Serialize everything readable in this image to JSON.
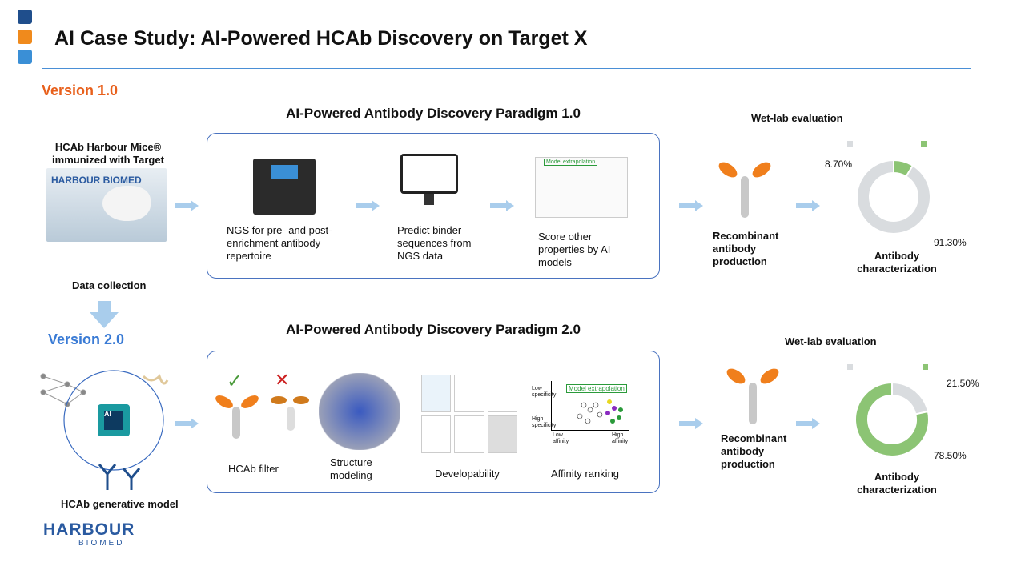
{
  "title": "AI Case Study: AI-Powered HCAb Discovery on Target X",
  "colors": {
    "dark_blue": "#1f4e8c",
    "orange": "#f08a1c",
    "light_blue": "#3a8fd6",
    "accent_orange": "#e8601c",
    "version2_blue": "#3a7bd5",
    "green": "#8cc474",
    "gray": "#d9dcdf"
  },
  "v1": {
    "version": "Version 1.0",
    "paradigm": "AI-Powered Antibody Discovery Paradigm 1.0",
    "mice_label": "HCAb Harbour Mice® immunized with Target",
    "mice_logo": "HARBOUR BIOMED",
    "data_collection": "Data collection",
    "steps": [
      "NGS for pre- and post-enrichment antibody repertoire",
      "Predict binder sequences from NGS data",
      "Score other properties by AI models"
    ],
    "model_extrapolation": "Model extrapolation",
    "recombinant": "Recombinant antibody production",
    "wetlab": "Wet-lab evaluation",
    "characterization": "Antibody characterization",
    "chart_data": {
      "type": "pie",
      "values": [
        8.7,
        91.3
      ],
      "labels": [
        "8.70%",
        "91.30%"
      ],
      "colors": [
        "#8cc474",
        "#d9dcdf"
      ]
    }
  },
  "v2": {
    "version": "Version 2.0",
    "paradigm": "AI-Powered Antibody Discovery Paradigm 2.0",
    "generative": "HCAb generative model",
    "chip": "AI",
    "steps": [
      "HCAb filter",
      "Structure modeling",
      "Developability",
      "Affinity ranking"
    ],
    "model_extrapolation": "Model extrapolation",
    "axis": {
      "low_spec": "Low specificity",
      "high_spec": "High specificity",
      "low_aff": "Low affinity",
      "high_aff": "High affinity"
    },
    "recombinant": "Recombinant antibody production",
    "wetlab": "Wet-lab evaluation",
    "characterization": "Antibody characterization",
    "chart_data": {
      "type": "pie",
      "values": [
        21.5,
        78.5
      ],
      "labels": [
        "21.50%",
        "78.50%"
      ],
      "colors": [
        "#d9dcdf",
        "#8cc474"
      ]
    }
  },
  "footer_logo": {
    "line1": "HARBOUR",
    "line2": "BIOMED"
  }
}
